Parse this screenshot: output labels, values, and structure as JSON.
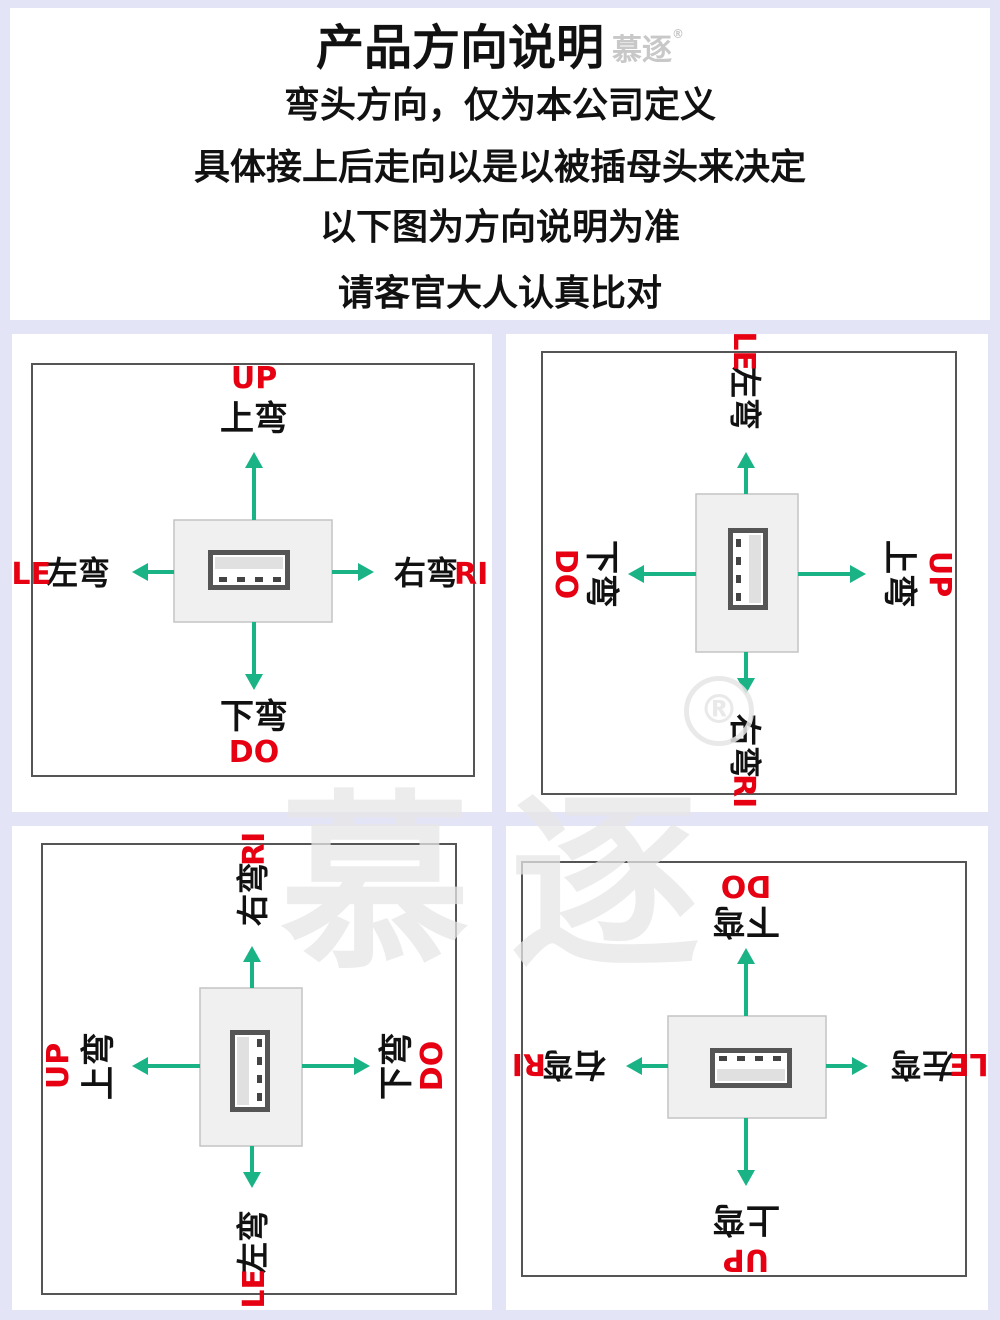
{
  "header": {
    "title": "产品方向说明",
    "brand": "慕逐",
    "reg": "®",
    "lines": [
      "弯头方向，仅为本公司定义",
      "具体接上后走向以是以被插母头来决定",
      "以下图为方向说明为准",
      "请客官大人认真比对"
    ]
  },
  "watermark": {
    "text": "慕逐",
    "reg": "®"
  },
  "colors": {
    "arrow": "#1ab386",
    "code": "#e60012",
    "label": "#111111",
    "border": "#555555"
  },
  "labels": {
    "up": "上弯",
    "up_code": "UP",
    "down": "下弯",
    "down_code": "DO",
    "left": "左弯",
    "left_code": "LE",
    "right": "右弯",
    "right_code": "RI"
  }
}
